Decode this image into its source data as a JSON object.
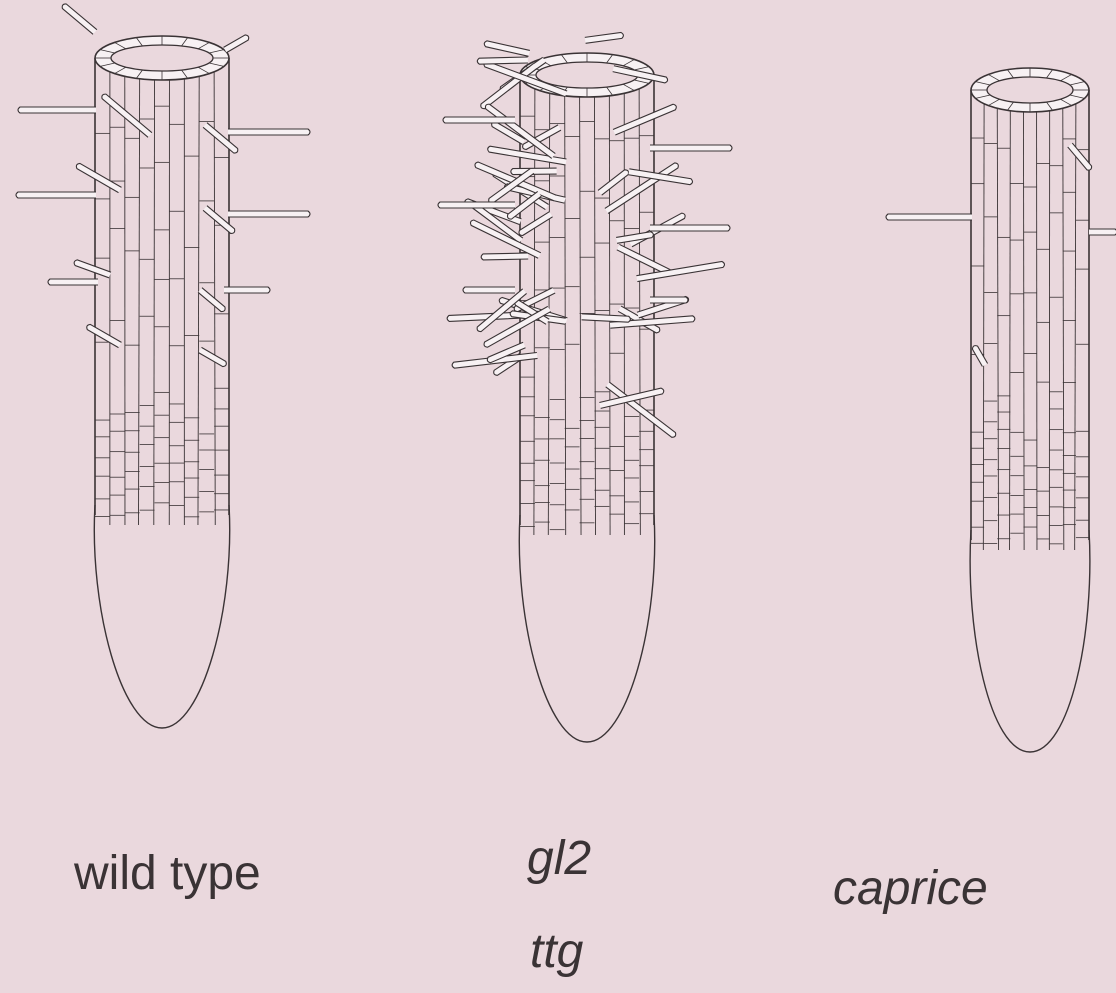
{
  "labels": {
    "wild_type": "wild type",
    "gl2": "gl2",
    "ttg": "ttg",
    "caprice": "caprice"
  },
  "colors": {
    "background": "#ead8dd",
    "line": "#3a3335",
    "hair_fill": "#f7f1f3",
    "mark": "#8a6a3a"
  }
}
